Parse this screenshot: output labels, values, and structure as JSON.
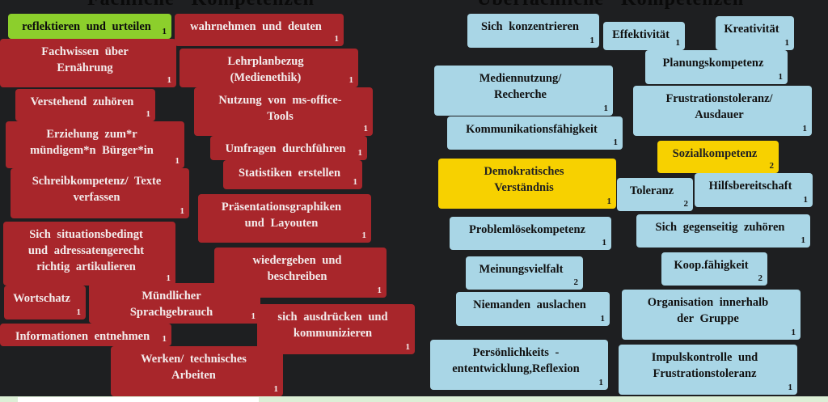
{
  "headings": {
    "left": "Fachliche Kompetenzen",
    "right": "Überfachliche Kompetenzen"
  },
  "colors": {
    "red": "#a8262b",
    "blue": "#a9d6e6",
    "yellow": "#f7d100",
    "green": "#8ccf2c",
    "background": "#1e1f21"
  },
  "cards": [
    {
      "text": "reflektieren und urteilen",
      "count": "1",
      "color": "green"
    },
    {
      "text": "wahrnehmen und deuten",
      "count": "1",
      "color": "red"
    },
    {
      "text": "Fachwissen über\nErnährung",
      "count": "1",
      "color": "red"
    },
    {
      "text": "Lehrplanbezug\n(Medienethik)",
      "count": "1",
      "color": "red"
    },
    {
      "text": "Verstehend zuhören",
      "count": "1",
      "color": "red"
    },
    {
      "text": "Nutzung von ms-office-\nTools",
      "count": "1",
      "color": "red"
    },
    {
      "text": "Erziehung zum*r\nmündigem*n Bürger*in",
      "count": "1",
      "color": "red"
    },
    {
      "text": "Umfragen durchführen",
      "count": "1",
      "color": "red"
    },
    {
      "text": "Statistiken erstellen",
      "count": "1",
      "color": "red"
    },
    {
      "text": "Schreibkompetenz/ Texte\nverfassen",
      "count": "1",
      "color": "red"
    },
    {
      "text": "Präsentationsgraphiken\nund Layouten",
      "count": "1",
      "color": "red"
    },
    {
      "text": "Sich situationsbedingt\nund adressatengerecht\nrichtig artikulieren",
      "count": "1",
      "color": "red"
    },
    {
      "text": "wiedergeben und\nbeschreiben",
      "count": "1",
      "color": "red"
    },
    {
      "text": "Mündlicher\nSprachgebrauch",
      "count": "1",
      "color": "red"
    },
    {
      "text": "Wortschatz",
      "count": "1",
      "color": "red"
    },
    {
      "text": "sich ausdrücken und\nkommunizieren",
      "count": "1",
      "color": "red"
    },
    {
      "text": "Informationen entnehmen",
      "count": "1",
      "color": "red"
    },
    {
      "text": "Werken/ technisches\nArbeiten",
      "count": "1",
      "color": "red"
    },
    {
      "text": "Sich konzentrieren",
      "count": "1",
      "color": "blue"
    },
    {
      "text": "Effektivität",
      "count": "1",
      "color": "blue"
    },
    {
      "text": "Kreativität",
      "count": "1",
      "color": "blue"
    },
    {
      "text": "Planungskompetenz",
      "count": "1",
      "color": "blue"
    },
    {
      "text": "Mediennutzung/\nRecherche",
      "count": "1",
      "color": "blue"
    },
    {
      "text": "Frustrationstoleranz/\nAusdauer",
      "count": "1",
      "color": "blue"
    },
    {
      "text": "Kommunikationsfähigkeit",
      "count": "1",
      "color": "blue"
    },
    {
      "text": "Sozialkompetenz",
      "count": "2",
      "color": "yellow"
    },
    {
      "text": "Demokratisches\nVerständnis",
      "count": "1",
      "color": "yellow"
    },
    {
      "text": "Toleranz",
      "count": "2",
      "color": "blue"
    },
    {
      "text": "Hilfsbereitschaft",
      "count": "1",
      "color": "blue"
    },
    {
      "text": "Problemlösekompetenz",
      "count": "1",
      "color": "blue"
    },
    {
      "text": "Sich gegenseitig zuhören",
      "count": "1",
      "color": "blue"
    },
    {
      "text": "Koop.fähigkeit",
      "count": "2",
      "color": "blue"
    },
    {
      "text": "Meinungsvielfalt",
      "count": "2",
      "color": "blue"
    },
    {
      "text": "Niemanden auslachen",
      "count": "1",
      "color": "blue"
    },
    {
      "text": "Organisation innerhalb\nder Gruppe",
      "count": "1",
      "color": "blue"
    },
    {
      "text": "Persönlichkeits -\nententwicklung,Reflexion",
      "count": "1",
      "color": "blue"
    },
    {
      "text": "Impulskontrolle und\nFrustrationstoleranz",
      "count": "1",
      "color": "blue"
    }
  ]
}
